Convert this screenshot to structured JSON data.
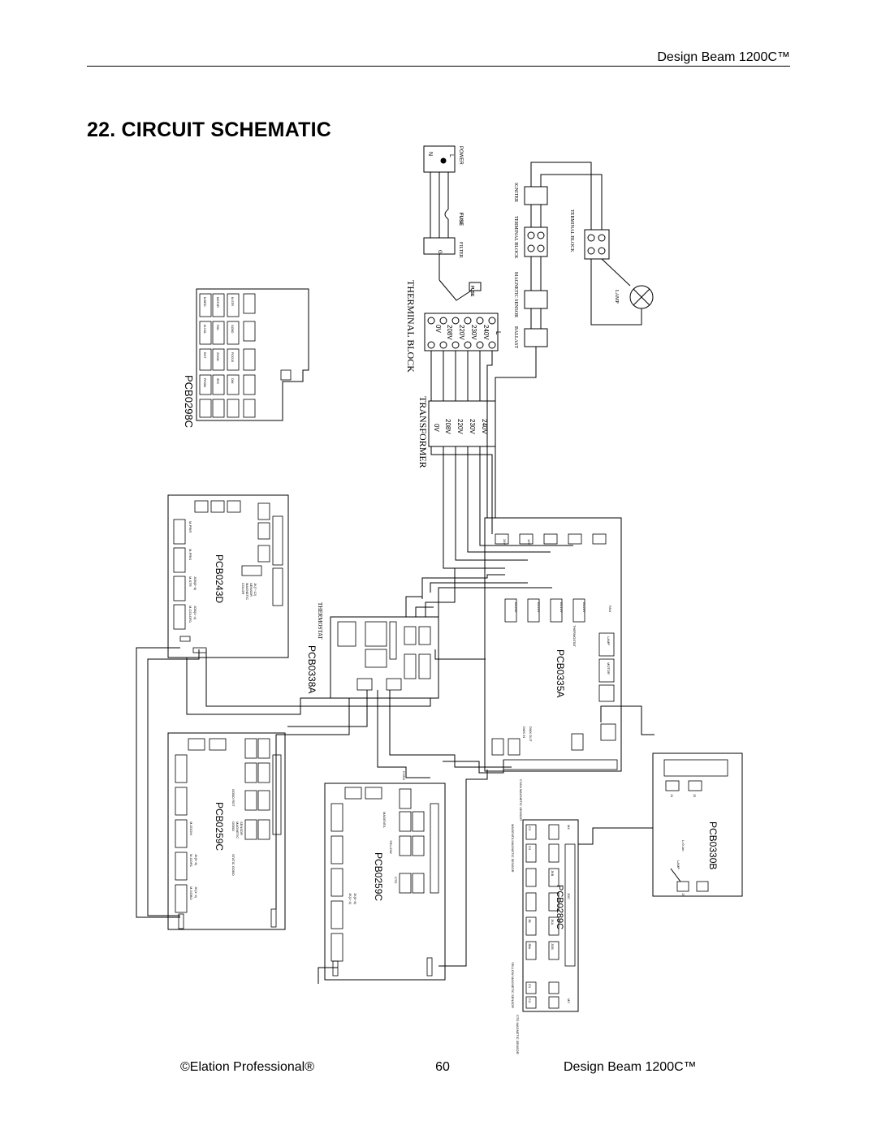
{
  "header": {
    "title": "Design Beam 1200C™"
  },
  "page_title": "22. CIRCUIT SCHEMATIC",
  "footer": {
    "left": "©Elation Professional®",
    "page_number": "60",
    "right": "Design Beam 1200C™"
  },
  "schematic": {
    "power": {
      "label": "POWER",
      "n": "N",
      "l": "L",
      "g": "G"
    },
    "filter": "FILTER",
    "fuse": "FUSE",
    "terminal_block_main": "THERMINAL BLOCK",
    "terminal_block_voltages": [
      "0V",
      "208V",
      "220V",
      "230V",
      "240V",
      "L"
    ],
    "transformer": {
      "label": "TRANSFORMER",
      "taps": [
        "0V",
        "208V",
        "220V",
        "230V",
        "240V"
      ]
    },
    "igniter": "IGNITER",
    "terminal_block_1": "TERMINAL BLOCK",
    "terminal_block_2": "TERMINAL BLOCK",
    "magnetic_sensor": "MAGNETIC SENSOR",
    "ballast": "BALLAST",
    "lamp": "LAMP",
    "boards": {
      "pcb0298c": "PCB0298C",
      "pcb0243d": "PCB0243D",
      "pcb0338a": "PCB0338A",
      "pcb0335a": "PCB0335A",
      "pcb0259c_a": "PCB0259C",
      "pcb0259c_b": "PCB0259C",
      "pcb0289c": "PCB0289C",
      "pcb0330b": "PCB0330B"
    },
    "thermostat": "THERMOSTAT",
    "pcb0298c_cells": [
      "M-BRD",
      "MOTOR",
      "M-STR",
      "M-COL",
      "FAN",
      "GOBO",
      "ROT",
      "ZOOM",
      "FOCUS",
      "PRISM",
      "IRIS",
      "DIM"
    ],
    "pcb0243d_notes": [
      "M-COLOR1",
      "M-STR",
      "M-PRIS",
      "M-PRIR",
      "JOB(1~4)",
      "JOB(5~8)",
      "COLOR",
      "MAGNETIC",
      "SENSOR",
      "JK(7~12)"
    ],
    "pcb0259c_a_notes": [
      "M-GOBO",
      "M-GOR1",
      "M-ZOOM",
      "STATIC GOBO",
      "GOBO",
      "GOBO ROT",
      "MAGNETIC",
      "SENSOR",
      "JK(1~4)",
      "JK(5~8)"
    ],
    "pcb0259c_b_notes": [
      "CYAN",
      "MAGENTA",
      "YELLOW",
      "CTO",
      "JK(1~4)",
      "JK(5~8)"
    ],
    "pcb0335a_notes": [
      "AC24V",
      "AC22V",
      "AC12V",
      "AC22V",
      "THERMOSTAT",
      "FAN",
      "LAMP",
      "MOTOR",
      "DMX IN",
      "DMX OUT",
      "24V",
      "12V"
    ],
    "pcb0289c_notes": [
      "CTO MAGNETIC SENSOR",
      "YELLOW MAGNETIC SENSOR",
      "MAGENTA MAGNETIC SENSOR",
      "CYAN MAGNETIC SENSOR",
      "JBA",
      "JB",
      "JKA",
      "JKB",
      "JOB",
      "JOC",
      "C1",
      "C2",
      "C3",
      "C4",
      "M3",
      "M4"
    ],
    "pcb0330b_notes": [
      "LAMP",
      "J1",
      "J2",
      "J3",
      "L=0.1m"
    ]
  }
}
